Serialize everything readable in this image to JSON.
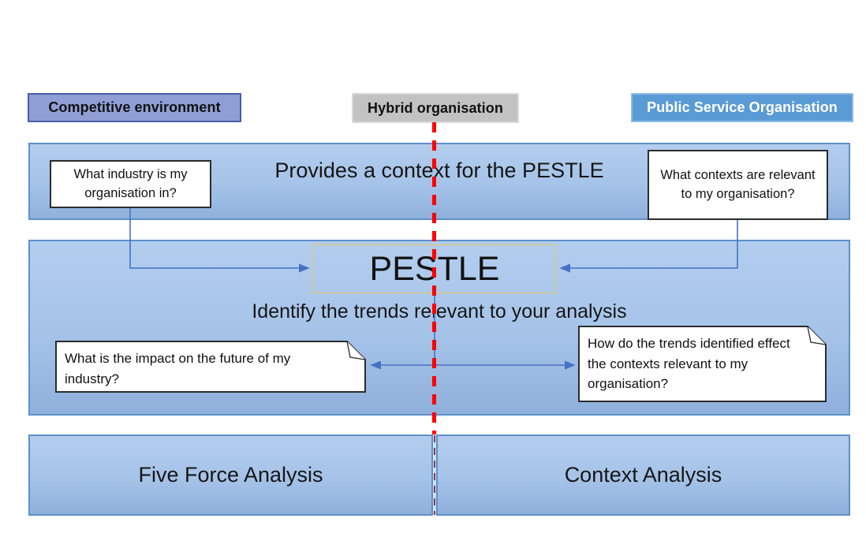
{
  "headers": {
    "competitive": "Competitive environment",
    "hybrid": "Hybrid organisation",
    "public_service": "Public Service Organisation"
  },
  "band_context": {
    "title": "Provides a context for the PESTLE",
    "callout_left": "What industry is my organisation in?",
    "callout_right": "What contexts are relevant to my organisation?"
  },
  "band_pestle": {
    "title": "PESTLE",
    "subtitle": "Identify the trends relevant to your analysis",
    "callout_left": "What is the impact on the future of my industry?",
    "callout_right": "How do the trends identified effect the contexts relevant to my organisation?"
  },
  "band_analysis": {
    "left": "Five Force Analysis",
    "right": "Context Analysis"
  },
  "colors": {
    "band_fill_top": "#B3CDEE",
    "band_fill_bottom": "#8FB0DC",
    "band_border": "#5E8FCB",
    "competitive_fill": "#8F9FD6",
    "competitive_border": "#4A5CA6",
    "hybrid_fill": "#C2C2C2",
    "public_service_fill": "#5B9BD5",
    "pestle_border": "#E6C75E",
    "divider_red": "#FE0000",
    "divider_dark_red": "#8E3B44",
    "arrow_blue": "#4472C4",
    "callout_border": "#2B2B2B"
  }
}
